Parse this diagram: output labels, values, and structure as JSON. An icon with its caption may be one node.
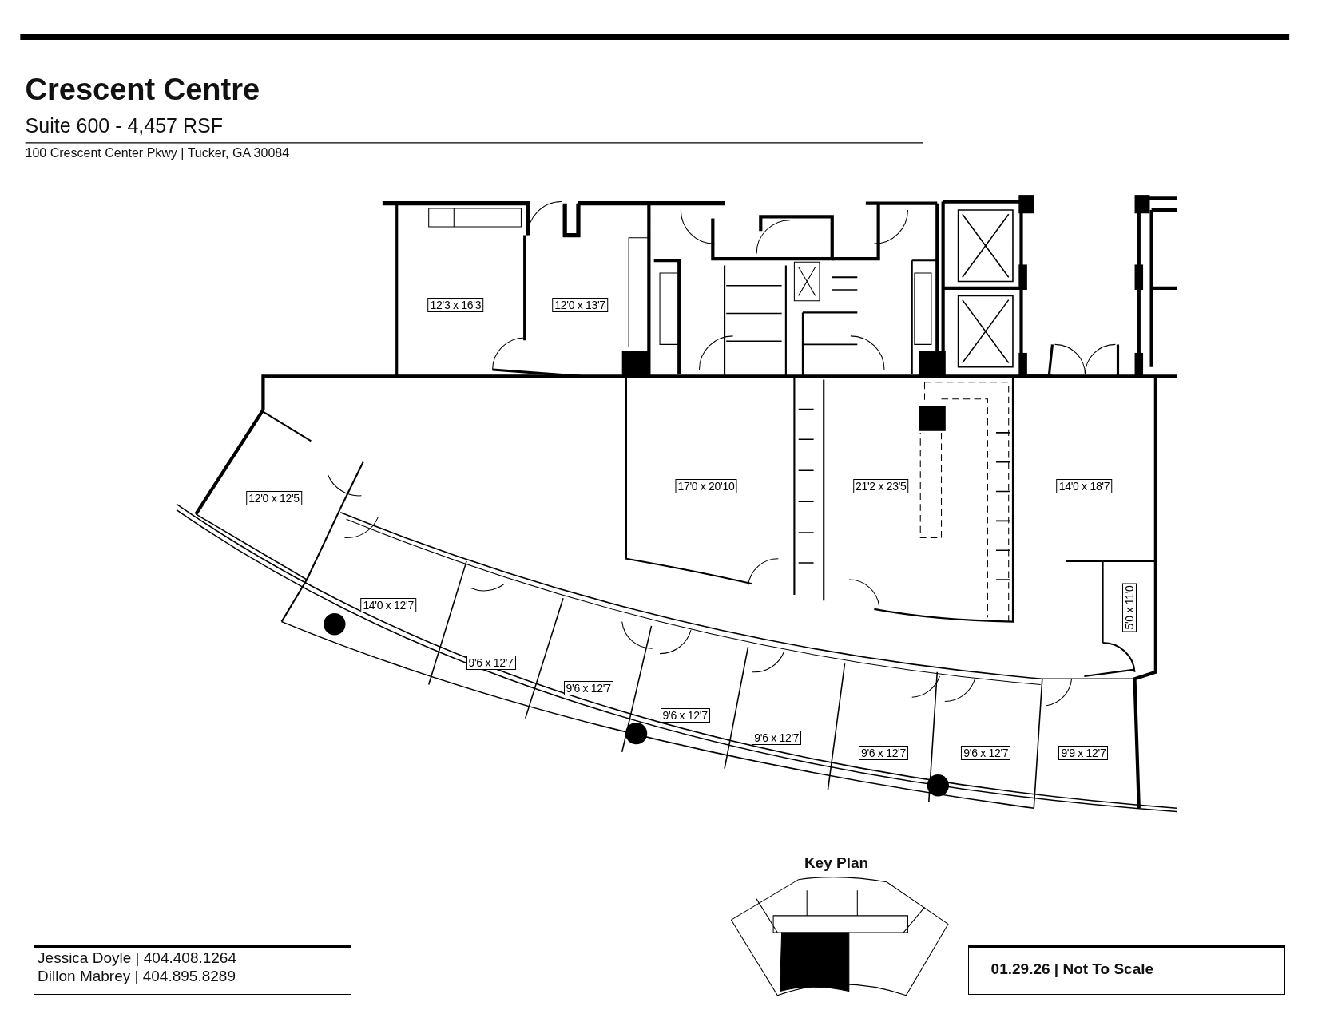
{
  "diagram": {
    "title": "Crescent Centre",
    "labels": [
      "Suite 600 - 4,457 RSF",
      "100 Crescent Center Pkwy | Tucker, GA 30084",
      "12'3 x 16'3",
      "12'0 x 13'7",
      "17'0 x 20'10",
      "21'2 x 23'5",
      "14'0 x 18'7",
      "12'0 x 12'5",
      "14'0 x 12'7",
      "5'0 x 11'0",
      "9'6 x 12'7",
      "9'6 x 12'7",
      "9'6 x 12'7",
      "9'6 x 12'7",
      "9'6 x 12'7",
      "9'6 x 12'7",
      "9'9 x 12'7",
      "Key Plan",
      "Jessica Doyle | 404.408.1264",
      "Dillon Mabrey | 404.895.8289",
      "01.29.26 | Not To Scale"
    ]
  }
}
